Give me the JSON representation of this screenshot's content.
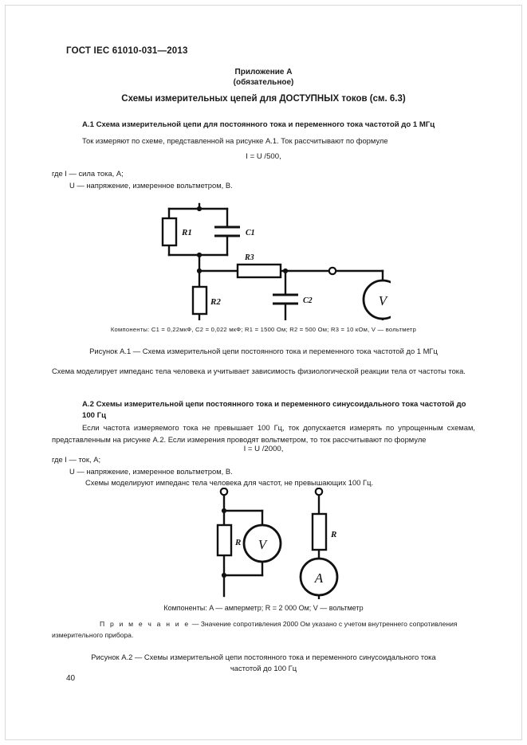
{
  "document": {
    "standard_header": "ГОСТ IEC 61010-031—2013",
    "page_number": "40"
  },
  "annex": {
    "label": "Приложение А",
    "kind": "(обязательное)",
    "title": "Схемы измерительных цепей для ДОСТУПНЫХ токов (см. 6.3)"
  },
  "section_a1": {
    "heading": "А.1 Схема измерительной цепи для постоянного тока и переменного тока частотой до 1 МГц",
    "intro": "Ток измеряют по схеме, представленной на рисунке А.1. Ток рассчитывают по формуле",
    "formula": "I = U /500,",
    "where_line1_prefix": "где",
    "where_line1": "I — сила тока, А;",
    "where_line2": "U — напряжение, измеренное вольтметром, В.",
    "components": "Компоненты: C1 = 0,22мкФ, C2 = 0,022 мкФ; R1 = 1500 Ом; R2 = 500 Ом; R3 = 10 кОм, V — вольтметр",
    "figure_caption": "Рисунок А.1 — Схема измерительной цепи постоянного тока и переменного тока частотой до 1 МГц",
    "after_figure": "Схема моделирует импеданс тела человека и учитывает зависимость физиологической реакции тела от частоты тока."
  },
  "section_a2": {
    "heading_line1": "А.2 Схемы измерительной цепи постоянного тока и переменного синусоидального тока частотой до",
    "heading_line2": "100 Гц",
    "intro": "Если частота измеряемого тока не превышает 100 Гц, ток допускается измерять по упрощенным схемам, представленным на рисунке А.2. Если измерения проводят вольтметром, то ток рассчитывают по формуле",
    "formula": "I = U /2000,",
    "where_line1_prefix": "где",
    "where_line1": "I — ток, А;",
    "where_line2": "U — напряжение, измеренное вольтметром, В.",
    "after_where": "Схемы моделируют импеданс тела человека для частот, не превышающих 100 Гц.",
    "components": "Компоненты: A — амперметр; R = 2 000 Ом; V — вольтметр",
    "note_label": "П р и м е ч а н и е",
    "note_text": "— Значение сопротивления 2000 Ом указано с учетом внутреннего сопротивления измерительного прибора.",
    "figure_caption_line1": "Рисунок А.2 — Схемы измерительной цепи постоянного тока и переменного синусоидального тока",
    "figure_caption_line2": "частотой до 100 Гц"
  },
  "figure_a1": {
    "components": [
      {
        "name": "R1",
        "type": "resistor",
        "label": "R1"
      },
      {
        "name": "C1",
        "type": "capacitor",
        "label": "C1"
      },
      {
        "name": "R3",
        "type": "resistor",
        "label": "R3"
      },
      {
        "name": "R2",
        "type": "resistor",
        "label": "R2"
      },
      {
        "name": "C2",
        "type": "capacitor",
        "label": "C2"
      },
      {
        "name": "V",
        "type": "voltmeter",
        "label": "V"
      }
    ]
  },
  "figure_a2": {
    "left_circuit": [
      {
        "name": "R",
        "type": "resistor",
        "label": "R"
      },
      {
        "name": "V",
        "type": "voltmeter",
        "label": "V"
      }
    ],
    "right_circuit": [
      {
        "name": "R",
        "type": "resistor",
        "label": "R"
      },
      {
        "name": "A",
        "type": "ammeter",
        "label": "A"
      }
    ]
  },
  "colors": {
    "ink": "#1a1a1a",
    "page": "#ffffff",
    "frame": "#d9d9d9"
  }
}
